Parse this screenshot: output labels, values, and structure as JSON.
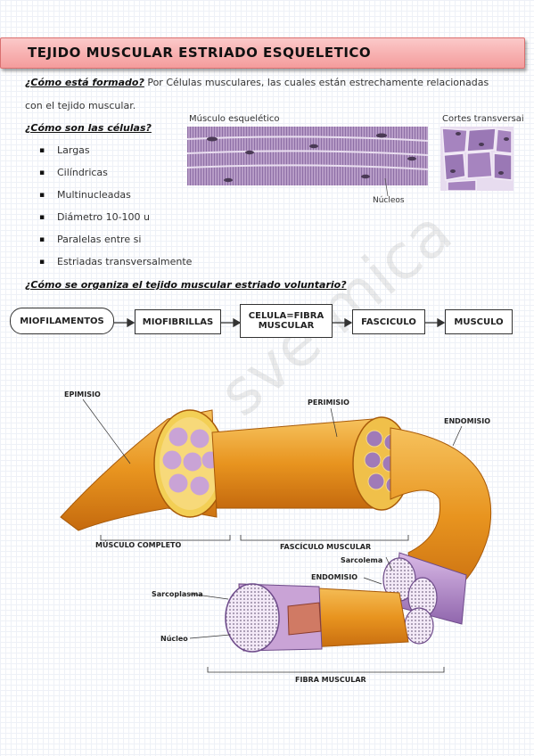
{
  "title": "TEJIDO MUSCULAR ESTRIADO ESQUELETICO",
  "intro": {
    "question": "¿Cómo está formado?",
    "answer_line1": " Por Células musculares, las cuales están estrechamente relacionadas",
    "answer_line2": "con el tejido muscular."
  },
  "cells": {
    "question": "¿Cómo son las células?",
    "items": [
      "Largas",
      "Cilíndricas",
      "Multinucleadas",
      "Diámetro 10-100 u",
      "Paralelas entre si",
      "Estriadas transversalmente"
    ]
  },
  "micrographs": {
    "label_longitudinal": "Músculo esquelético",
    "label_cross": "Cortes transversai",
    "label_nuclei": "Núcleos"
  },
  "organization": {
    "question": "¿Cómo se organiza el tejido muscular estriado voluntario?",
    "flow": [
      "MIOFILAMENTOS",
      "MIOFIBRILLAS",
      "CELULA=FIBRA MUSCULAR",
      "FASCICULO",
      "MUSCULO"
    ]
  },
  "diagram": {
    "labels": {
      "epimisio": "EPIMISIO",
      "perimisio": "PERIMISIO",
      "endomisio_top": "ENDOMISIO",
      "musculo_completo": "MÚSCULO COMPLETO",
      "fasciculo_muscular": "FASCÍCULO MUSCULAR",
      "sarcolema": "Sarcolema",
      "endomisio_mid": "ENDOMISIO",
      "sarcoplasma": "Sarcoplasma",
      "nucleo": "Núcleo",
      "fibra_muscular": "FIBRA MUSCULAR"
    }
  },
  "watermark": "sve mica",
  "colors": {
    "title_bg": "#f49c9c",
    "muscle_orange": "#e8941f",
    "fascicle_purple": "#b07fc4"
  }
}
